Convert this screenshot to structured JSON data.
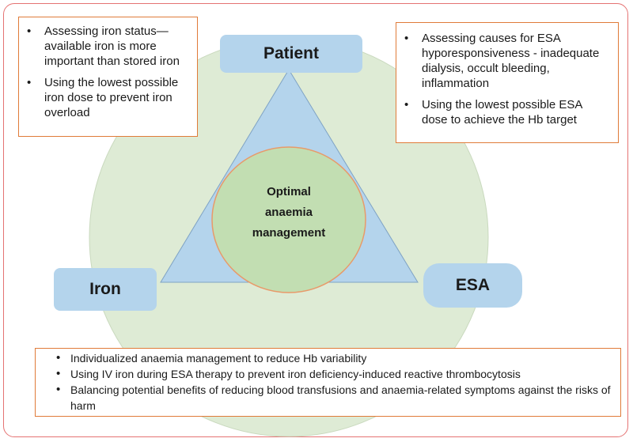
{
  "nodes": {
    "patient": "Patient",
    "iron": "Iron",
    "esa": "ESA"
  },
  "center": {
    "line1": "Optimal",
    "line2": "anaemia",
    "line3": "management"
  },
  "notes": {
    "patient": [
      "Assessing iron status—available iron is more important than stored iron",
      "Using the lowest possible iron dose to prevent iron overload"
    ],
    "esa": [
      "Assessing causes for ESA hyporesponsiveness - inadequate dialysis, occult bleeding, inflammation",
      "Using the lowest possible ESA dose to achieve the Hb target"
    ],
    "shared": [
      "Individualized anaemia management to reduce Hb variability",
      "Using IV iron during ESA therapy to prevent iron deficiency-induced reactive thrombocytosis",
      "Balancing potential benefits of reducing blood transfusions and anaemia-related symptoms against the risks of harm"
    ]
  },
  "colors": {
    "frame_border": "#e57373",
    "outer_circle": "#deebd5",
    "triangle": "#b4d4ec",
    "inner_circle": "#c2deb2",
    "inner_circle_border": "#e89a6a",
    "node_fill": "#b4d4ec",
    "note_border": "#e07b39"
  }
}
